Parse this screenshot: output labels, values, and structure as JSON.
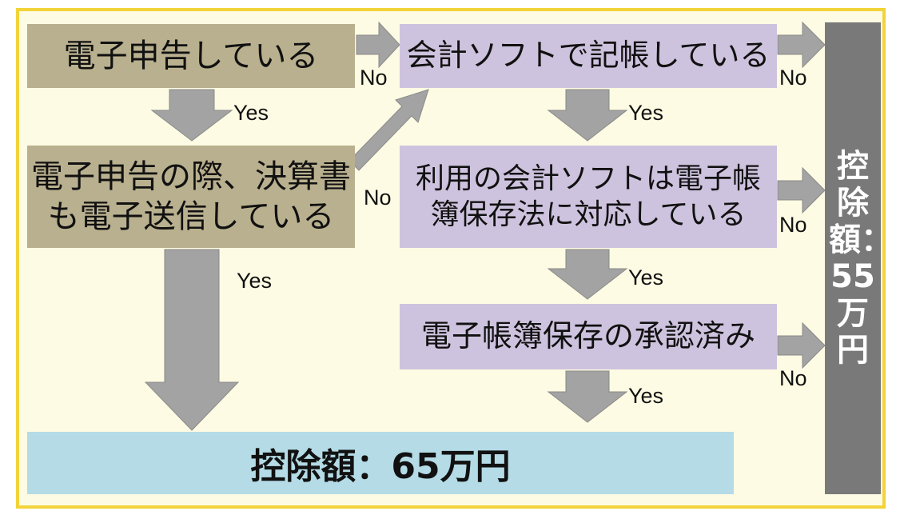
{
  "nodes": {
    "e_filing": "電子申告している",
    "e_filing_statements": [
      "電子申告の際、決算書",
      "も電子送信している"
    ],
    "accounting_software": "会計ソフトで記帳している",
    "software_compliant": [
      "利用の会計ソフトは電子帳",
      "簿保存法に対応している"
    ],
    "approved": "電子帳簿保存の承認済み",
    "deduction_65": "控除額：65万円",
    "deduction_55": "控除額：55万円"
  },
  "labels": {
    "yes": "Yes",
    "no": "No"
  },
  "colors": {
    "frame_border": "#f2d33a",
    "frame_fill": "#fdfbe3",
    "tan_box": "#b9b08f",
    "lavender_box": "#cec3de",
    "result_65": "#b4dbe6",
    "result_55": "#797979",
    "arrow_fill": "#a3a3a3"
  }
}
